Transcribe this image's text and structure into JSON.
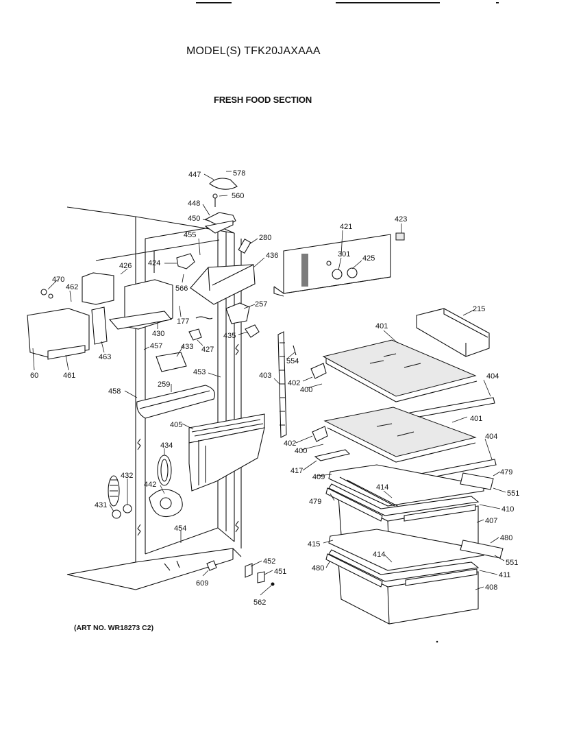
{
  "header": {
    "model_title": "MODEL(S) TFK20JAXAAA",
    "section_title": "FRESH FOOD SECTION"
  },
  "footer": {
    "art_no": "(ART NO. WR18273 C2)"
  },
  "parts": [
    "447",
    "578",
    "560",
    "448",
    "450",
    "455",
    "280",
    "421",
    "423",
    "426",
    "424",
    "436",
    "470",
    "462",
    "566",
    "257",
    "301",
    "425",
    "177",
    "430",
    "215",
    "435",
    "401",
    "60",
    "461",
    "463",
    "457",
    "433",
    "427",
    "554",
    "403",
    "453",
    "402",
    "400",
    "404",
    "458",
    "259",
    "405",
    "401",
    "434",
    "402",
    "400",
    "404",
    "432",
    "442",
    "417",
    "409",
    "479",
    "414",
    "551",
    "431",
    "479",
    "410",
    "407",
    "454",
    "415",
    "480",
    "414",
    "551",
    "480",
    "452",
    "451",
    "411",
    "408",
    "609",
    "562"
  ]
}
